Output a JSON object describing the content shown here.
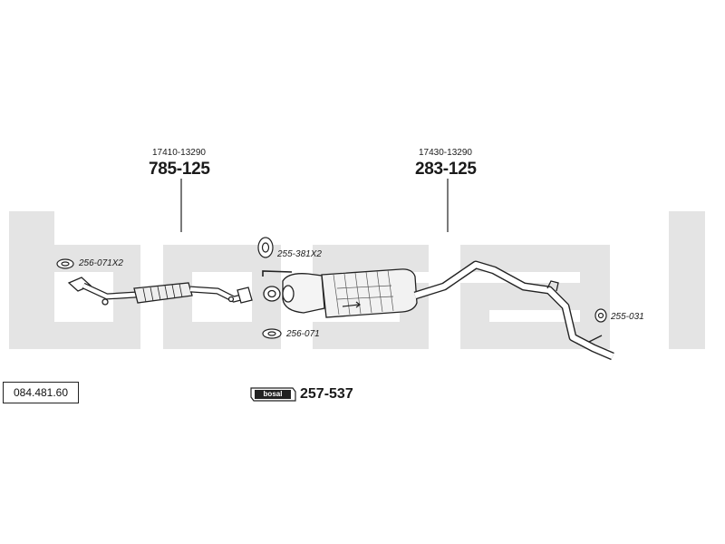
{
  "watermark": {
    "text": "bosal"
  },
  "reference_number": "084.481.60",
  "parts": {
    "front_pipe": {
      "oem": "17410-13290",
      "number": "785-125"
    },
    "rear_silencer": {
      "oem": "17430-13290",
      "number": "283-125"
    }
  },
  "accessories": {
    "gasket_front": "256-071X2",
    "clamp": "255-381X2",
    "gasket_mid": "256-071",
    "hanger_rubber": "255-031"
  },
  "kit": {
    "logo": "bosal",
    "number": "257-537"
  },
  "colors": {
    "watermark": "#e3e3e3",
    "ink": "#222222",
    "part_fill": "#f2f2f2",
    "pipe_fill": "#ffffff"
  }
}
